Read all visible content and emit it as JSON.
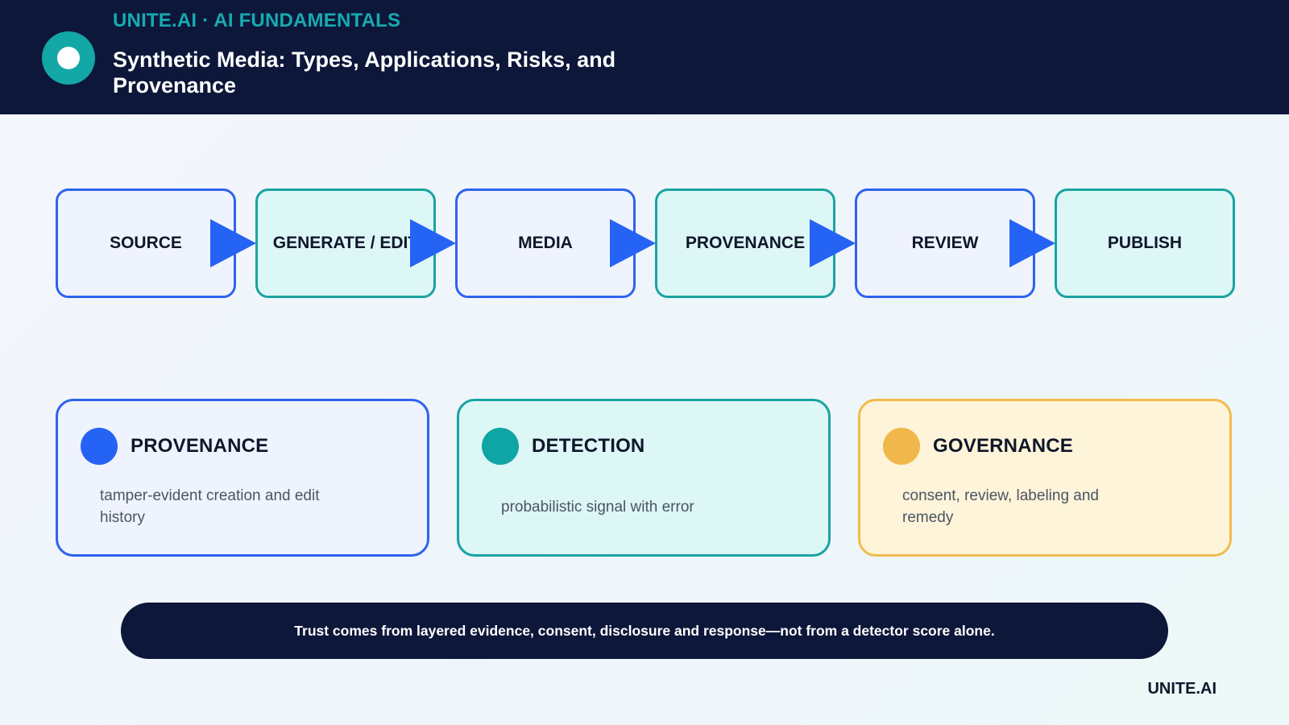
{
  "header": {
    "kicker": "UNITE.AI · AI FUNDAMENTALS",
    "title": "Synthetic Media: Types, Applications, Risks, and Provenance"
  },
  "pipeline": {
    "steps": [
      {
        "label": "SOURCE",
        "style": "blue"
      },
      {
        "label": "GENERATE / EDIT",
        "style": "teal"
      },
      {
        "label": "MEDIA",
        "style": "blue"
      },
      {
        "label": "PROVENANCE",
        "style": "teal"
      },
      {
        "label": "REVIEW",
        "style": "blue"
      },
      {
        "label": "PUBLISH",
        "style": "teal"
      }
    ],
    "arrow_color": "#2563f5"
  },
  "cards": [
    {
      "title": "PROVENANCE",
      "body": "tamper-evident creation and edit history",
      "style": "blue",
      "dot_color": "#2563f5"
    },
    {
      "title": "DETECTION",
      "body": "probabilistic signal with error",
      "style": "teal",
      "dot_color": "#0ea5a4"
    },
    {
      "title": "GOVERNANCE",
      "body": "consent, review, labeling and remedy",
      "style": "amber",
      "dot_color": "#f0b84a"
    }
  ],
  "banner": {
    "text": "Trust comes from layered evidence, consent, disclosure and response—not from a detector score alone."
  },
  "footer": {
    "brand": "UNITE.AI"
  },
  "colors": {
    "navy": "#0c1739",
    "teal_accent": "#17aab0",
    "blue": "#2e63ee",
    "teal": "#19a4a1",
    "amber": "#f0bc4d"
  }
}
